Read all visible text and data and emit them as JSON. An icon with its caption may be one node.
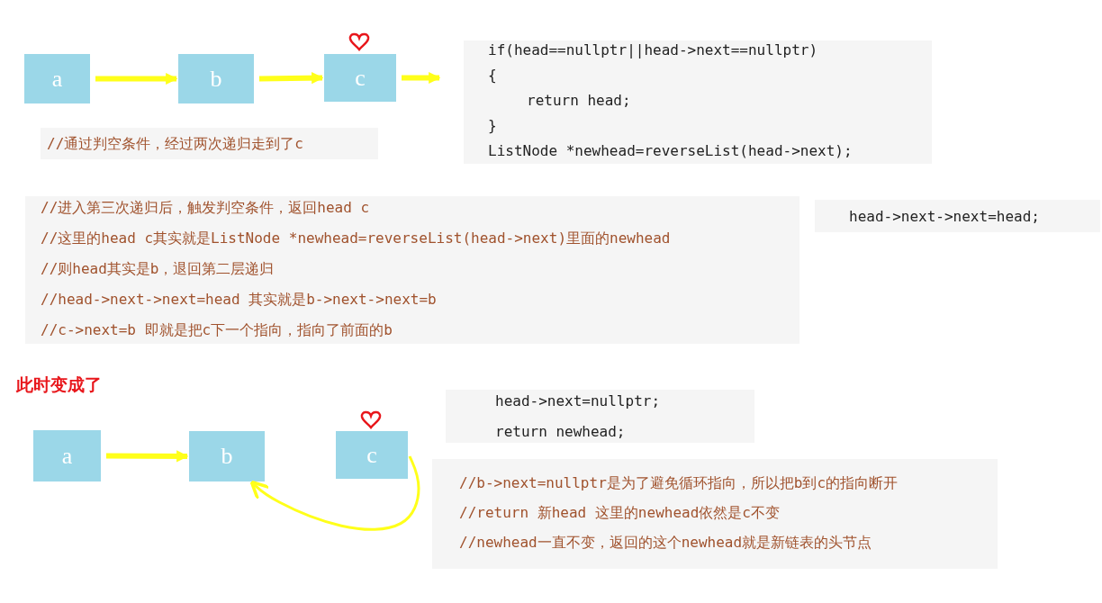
{
  "diagram": {
    "nodes": [
      {
        "text": [
          "a"
        ]
      },
      {
        "text": [
          "b"
        ]
      },
      {
        "text": [
          "c"
        ]
      },
      {
        "text": [
          "a"
        ]
      },
      {
        "text": [
          "b"
        ]
      },
      {
        "text": [
          "c"
        ]
      }
    ],
    "edges": [
      {
        "from": 0,
        "to": 1,
        "arrow": "to"
      },
      {
        "from": 1,
        "to": 2,
        "arrow": "to"
      },
      {
        "from": 2,
        "to": null,
        "arrow": "to"
      },
      {
        "from": 3,
        "to": 4,
        "arrow": "to"
      },
      {
        "from": 5,
        "to": 4,
        "arrow": "to"
      }
    ],
    "labels": [
      "//通过判空条件，经过两次递归走到了c",
      "if(head==nullptr||head->next==nullptr)",
      "{",
      "return head;",
      "}",
      "ListNode *newhead=reverseList(head->next);",
      "//进入第三次递归后，触发判空条件，返回head c",
      "//这里的head c其实就是ListNode *newhead=reverseList(head->next)里面的newhead",
      "//则head其实是b，退回第二层递归",
      "//head->next->next=head 其实就是b->next->next=b",
      "//c->next=b 即就是把c下一个指向，指向了前面的b",
      "head->next->next=head;",
      "此时变成了",
      "head->next=nullptr;",
      "return newhead;",
      "//b->next=nullptr是为了避免循环指向，所以把b到c的指向断开",
      "//return 新head 这里的newhead依然是c不变",
      "//newhead一直不变，返回的这个newhead就是新链表的头节点"
    ]
  }
}
